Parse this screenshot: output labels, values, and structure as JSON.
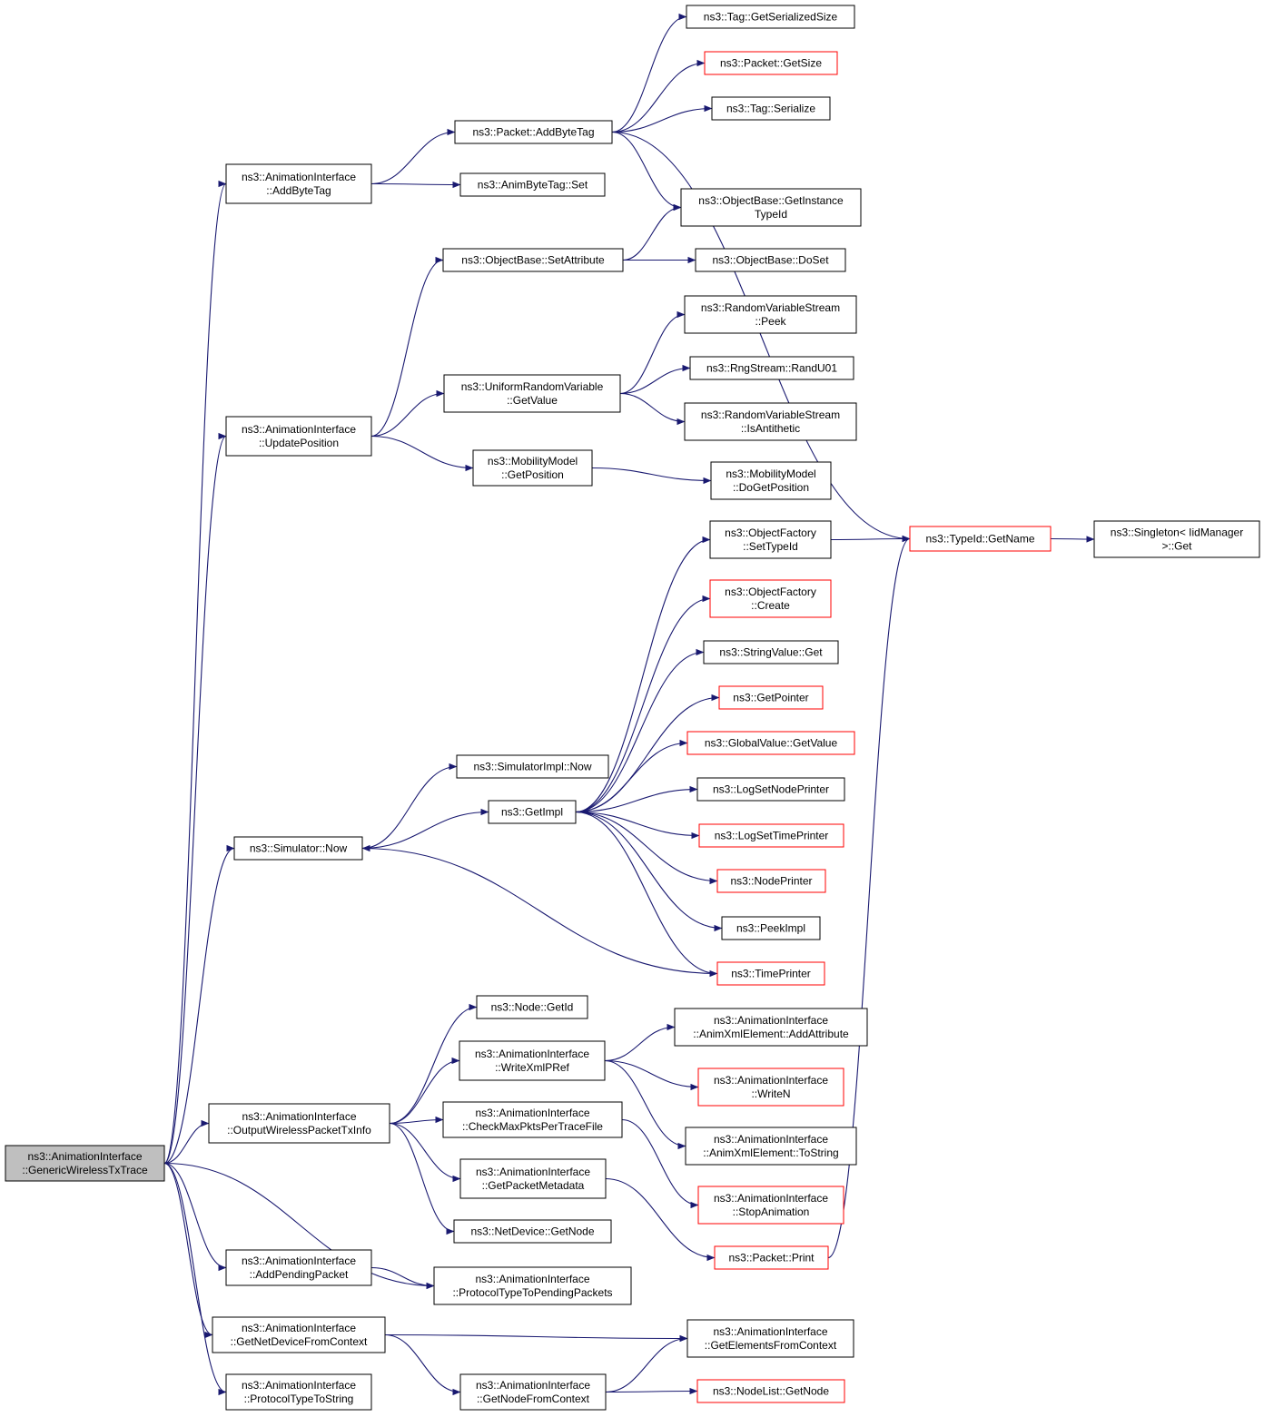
{
  "colors": {
    "edge": "#191970",
    "border_normal": "#000000",
    "border_truncated": "#ff0000",
    "root_fill": "#bfbfbf",
    "node_fill": "#ffffff"
  },
  "nodes": {
    "root": {
      "lines": [
        "ns3::AnimationInterface",
        "::GenericWirelessTxTrace"
      ],
      "style": "root"
    },
    "addByteTagAI": {
      "lines": [
        "ns3::AnimationInterface",
        "::AddByteTag"
      ],
      "style": "normal"
    },
    "updatePosition": {
      "lines": [
        "ns3::AnimationInterface",
        "::UpdatePosition"
      ],
      "style": "normal"
    },
    "simNow": {
      "lines": [
        "ns3::Simulator::Now"
      ],
      "style": "normal"
    },
    "outputWireless": {
      "lines": [
        "ns3::AnimationInterface",
        "::OutputWirelessPacketTxInfo"
      ],
      "style": "normal"
    },
    "addPending": {
      "lines": [
        "ns3::AnimationInterface",
        "::AddPendingPacket"
      ],
      "style": "normal"
    },
    "getNetDevFromCtx": {
      "lines": [
        "ns3::AnimationInterface",
        "::GetNetDeviceFromContext"
      ],
      "style": "normal"
    },
    "protoTypeToString": {
      "lines": [
        "ns3::AnimationInterface",
        "::ProtocolTypeToString"
      ],
      "style": "normal"
    },
    "packetAddByteTag": {
      "lines": [
        "ns3::Packet::AddByteTag"
      ],
      "style": "normal"
    },
    "animByteTagSet": {
      "lines": [
        "ns3::AnimByteTag::Set"
      ],
      "style": "normal"
    },
    "objBaseSetAttr": {
      "lines": [
        "ns3::ObjectBase::SetAttribute"
      ],
      "style": "normal"
    },
    "uniformGetValue": {
      "lines": [
        "ns3::UniformRandomVariable",
        "::GetValue"
      ],
      "style": "normal"
    },
    "mobilityGetPos": {
      "lines": [
        "ns3::MobilityModel",
        "::GetPosition"
      ],
      "style": "normal"
    },
    "simImplNow": {
      "lines": [
        "ns3::SimulatorImpl::Now"
      ],
      "style": "normal"
    },
    "getImpl": {
      "lines": [
        "ns3::GetImpl"
      ],
      "style": "normal"
    },
    "nodeGetId": {
      "lines": [
        "ns3::Node::GetId"
      ],
      "style": "normal"
    },
    "writeXmlPRef": {
      "lines": [
        "ns3::AnimationInterface",
        "::WriteXmlPRef"
      ],
      "style": "normal"
    },
    "checkMaxPkts": {
      "lines": [
        "ns3::AnimationInterface",
        "::CheckMaxPktsPerTraceFile"
      ],
      "style": "normal"
    },
    "getPacketMeta": {
      "lines": [
        "ns3::AnimationInterface",
        "::GetPacketMetadata"
      ],
      "style": "normal"
    },
    "netDevGetNode": {
      "lines": [
        "ns3::NetDevice::GetNode"
      ],
      "style": "normal"
    },
    "protoToPending": {
      "lines": [
        "ns3::AnimationInterface",
        "::ProtocolTypeToPendingPackets"
      ],
      "style": "normal"
    },
    "getNodeFromCtx": {
      "lines": [
        "ns3::AnimationInterface",
        "::GetNodeFromContext"
      ],
      "style": "normal"
    },
    "tagGetSerSize": {
      "lines": [
        "ns3::Tag::GetSerializedSize"
      ],
      "style": "normal"
    },
    "packetGetSize": {
      "lines": [
        "ns3::Packet::GetSize"
      ],
      "style": "truncated"
    },
    "tagSerialize": {
      "lines": [
        "ns3::Tag::Serialize"
      ],
      "style": "normal"
    },
    "objBaseGetInst": {
      "lines": [
        "ns3::ObjectBase::GetInstance",
        "TypeId"
      ],
      "style": "normal"
    },
    "objBaseDoSet": {
      "lines": [
        "ns3::ObjectBase::DoSet"
      ],
      "style": "normal"
    },
    "rvsPeek": {
      "lines": [
        "ns3::RandomVariableStream",
        "::Peek"
      ],
      "style": "normal"
    },
    "rngRandU01": {
      "lines": [
        "ns3::RngStream::RandU01"
      ],
      "style": "normal"
    },
    "rvsIsAnti": {
      "lines": [
        "ns3::RandomVariableStream",
        "::IsAntithetic"
      ],
      "style": "normal"
    },
    "mobilityDoGetPos": {
      "lines": [
        "ns3::MobilityModel",
        "::DoGetPosition"
      ],
      "style": "normal"
    },
    "objFactSetTypeId": {
      "lines": [
        "ns3::ObjectFactory",
        "::SetTypeId"
      ],
      "style": "normal"
    },
    "objFactCreate": {
      "lines": [
        "ns3::ObjectFactory",
        "::Create"
      ],
      "style": "truncated"
    },
    "stringValueGet": {
      "lines": [
        "ns3::StringValue::Get"
      ],
      "style": "normal"
    },
    "getPointer": {
      "lines": [
        "ns3::GetPointer"
      ],
      "style": "truncated"
    },
    "globalValueGet": {
      "lines": [
        "ns3::GlobalValue::GetValue"
      ],
      "style": "truncated"
    },
    "logSetNodePrinter": {
      "lines": [
        "ns3::LogSetNodePrinter"
      ],
      "style": "normal"
    },
    "logSetTimePrinter": {
      "lines": [
        "ns3::LogSetTimePrinter"
      ],
      "style": "truncated"
    },
    "nodePrinter": {
      "lines": [
        "ns3::NodePrinter"
      ],
      "style": "truncated"
    },
    "peekImpl": {
      "lines": [
        "ns3::PeekImpl"
      ],
      "style": "normal"
    },
    "timePrinter": {
      "lines": [
        "ns3::TimePrinter"
      ],
      "style": "truncated"
    },
    "animXmlAddAttr": {
      "lines": [
        "ns3::AnimationInterface",
        "::AnimXmlElement::AddAttribute"
      ],
      "style": "normal"
    },
    "writeN": {
      "lines": [
        "ns3::AnimationInterface",
        "::WriteN"
      ],
      "style": "truncated"
    },
    "animXmlToString": {
      "lines": [
        "ns3::AnimationInterface",
        "::AnimXmlElement::ToString"
      ],
      "style": "normal"
    },
    "stopAnimation": {
      "lines": [
        "ns3::AnimationInterface",
        "::StopAnimation"
      ],
      "style": "truncated"
    },
    "packetPrint": {
      "lines": [
        "ns3::Packet::Print"
      ],
      "style": "truncated"
    },
    "getElemFromCtx": {
      "lines": [
        "ns3::AnimationInterface",
        "::GetElementsFromContext"
      ],
      "style": "normal"
    },
    "nodeListGetNode": {
      "lines": [
        "ns3::NodeList::GetNode"
      ],
      "style": "truncated"
    },
    "typeIdGetName": {
      "lines": [
        "ns3::TypeId::GetName"
      ],
      "style": "truncated"
    },
    "singletonGet": {
      "lines": [
        "ns3::Singleton< IidManager",
        ">::Get"
      ],
      "style": "normal"
    }
  },
  "edges": [
    [
      "root",
      "addByteTagAI"
    ],
    [
      "root",
      "updatePosition"
    ],
    [
      "root",
      "simNow"
    ],
    [
      "root",
      "outputWireless"
    ],
    [
      "root",
      "addPending"
    ],
    [
      "root",
      "protoToPending"
    ],
    [
      "root",
      "getNetDevFromCtx"
    ],
    [
      "root",
      "protoTypeToString"
    ],
    [
      "addByteTagAI",
      "packetAddByteTag"
    ],
    [
      "addByteTagAI",
      "animByteTagSet"
    ],
    [
      "packetAddByteTag",
      "tagGetSerSize"
    ],
    [
      "packetAddByteTag",
      "packetGetSize"
    ],
    [
      "packetAddByteTag",
      "tagSerialize"
    ],
    [
      "packetAddByteTag",
      "objBaseGetInst"
    ],
    [
      "packetAddByteTag",
      "typeIdGetName"
    ],
    [
      "updatePosition",
      "objBaseSetAttr"
    ],
    [
      "updatePosition",
      "uniformGetValue"
    ],
    [
      "updatePosition",
      "mobilityGetPos"
    ],
    [
      "objBaseSetAttr",
      "objBaseGetInst"
    ],
    [
      "objBaseSetAttr",
      "objBaseDoSet"
    ],
    [
      "uniformGetValue",
      "rvsPeek"
    ],
    [
      "uniformGetValue",
      "rngRandU01"
    ],
    [
      "uniformGetValue",
      "rvsIsAnti"
    ],
    [
      "mobilityGetPos",
      "mobilityDoGetPos"
    ],
    [
      "simNow",
      "simImplNow"
    ],
    [
      "simNow",
      "getImpl"
    ],
    [
      "getImpl",
      "objFactSetTypeId"
    ],
    [
      "getImpl",
      "objFactCreate"
    ],
    [
      "getImpl",
      "stringValueGet"
    ],
    [
      "getImpl",
      "getPointer"
    ],
    [
      "getImpl",
      "globalValueGet"
    ],
    [
      "getImpl",
      "logSetNodePrinter"
    ],
    [
      "getImpl",
      "logSetTimePrinter"
    ],
    [
      "getImpl",
      "nodePrinter"
    ],
    [
      "getImpl",
      "peekImpl"
    ],
    [
      "getImpl",
      "timePrinter"
    ],
    [
      "timePrinter",
      "simNow"
    ],
    [
      "objFactSetTypeId",
      "typeIdGetName"
    ],
    [
      "typeIdGetName",
      "singletonGet"
    ],
    [
      "outputWireless",
      "nodeGetId"
    ],
    [
      "outputWireless",
      "writeXmlPRef"
    ],
    [
      "outputWireless",
      "checkMaxPkts"
    ],
    [
      "outputWireless",
      "getPacketMeta"
    ],
    [
      "outputWireless",
      "netDevGetNode"
    ],
    [
      "writeXmlPRef",
      "animXmlAddAttr"
    ],
    [
      "writeXmlPRef",
      "writeN"
    ],
    [
      "writeXmlPRef",
      "animXmlToString"
    ],
    [
      "checkMaxPkts",
      "stopAnimation"
    ],
    [
      "getPacketMeta",
      "packetPrint"
    ],
    [
      "packetPrint",
      "typeIdGetName"
    ],
    [
      "addPending",
      "protoToPending"
    ],
    [
      "getNetDevFromCtx",
      "getElemFromCtx"
    ],
    [
      "getNetDevFromCtx",
      "getNodeFromCtx"
    ],
    [
      "getNodeFromCtx",
      "getElemFromCtx"
    ],
    [
      "getNodeFromCtx",
      "nodeListGetNode"
    ]
  ]
}
